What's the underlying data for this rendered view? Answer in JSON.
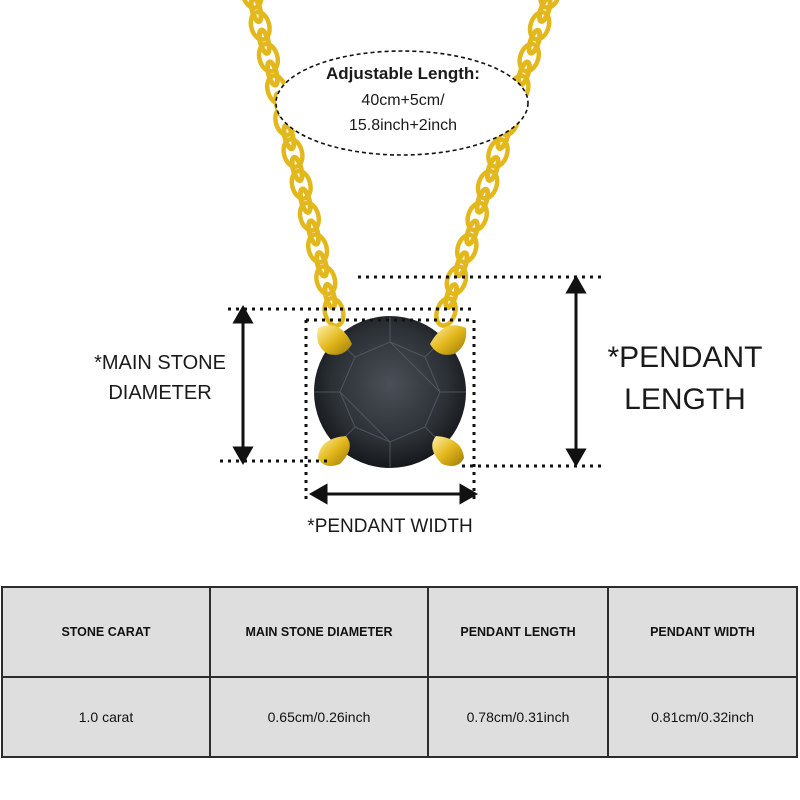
{
  "callout": {
    "title": "Adjustable Length:",
    "line1": "40cm+5cm/",
    "line2": "15.8inch+2inch"
  },
  "labels": {
    "main_stone_line1": "*MAIN STONE",
    "main_stone_line2": "DIAMETER",
    "pendant_length_line1": "*PENDANT",
    "pendant_length_line2": "LENGTH",
    "pendant_width": "*PENDANT WIDTH"
  },
  "colors": {
    "chain_gold": "#e3b81c",
    "stone": "#2e3338",
    "table_bg": "#dedede",
    "border": "#2c2c2c"
  },
  "table": {
    "headers": [
      "STONE CARAT",
      "MAIN STONE DIAMETER",
      "PENDANT LENGTH",
      "PENDANT WIDTH"
    ],
    "values": [
      "1.0 carat",
      "0.65cm/0.26inch",
      "0.78cm/0.31inch",
      "0.81cm/0.32inch"
    ]
  }
}
